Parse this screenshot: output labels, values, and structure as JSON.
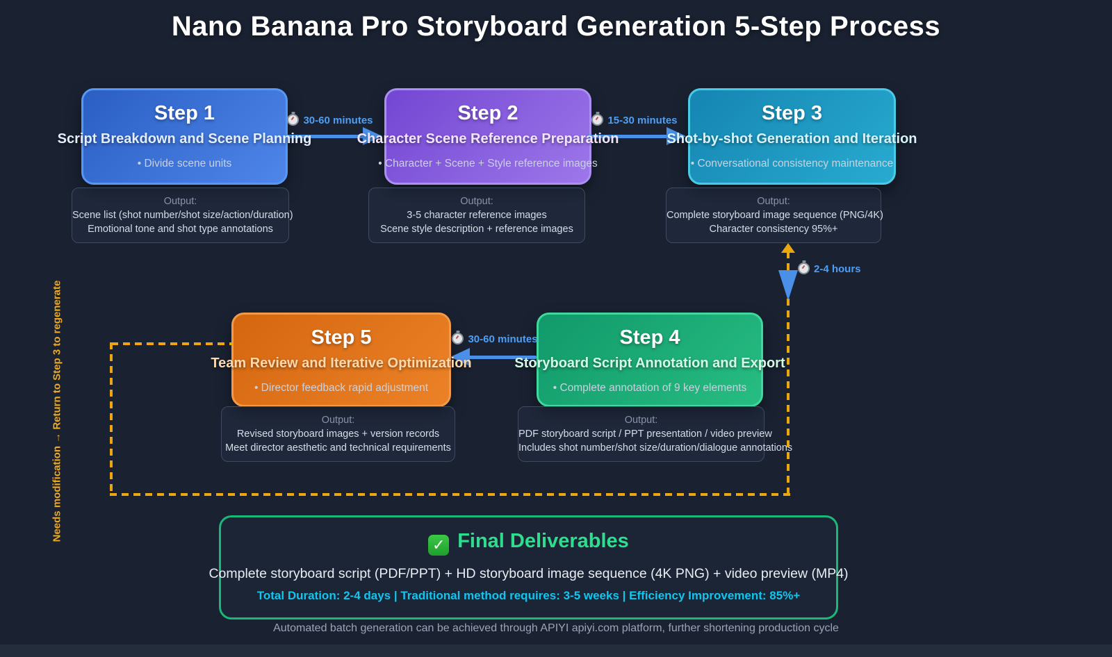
{
  "title": "Nano Banana Pro Storyboard Generation 5-Step Process",
  "steps": [
    {
      "id": 1,
      "name": "Step 1",
      "subtitle": "Script Breakdown and Scene Planning",
      "bullet": "• Divide scene units",
      "output_label": "Output:",
      "output_lines": [
        "Scene list (shot number/shot size/action/duration)",
        "Emotional tone and shot type annotations"
      ],
      "color_from": "#2a5ec2",
      "color_to": "#4f86ea",
      "border_color": "#5897f2",
      "subtitle_color": "#e4edfc"
    },
    {
      "id": 2,
      "name": "Step 2",
      "subtitle": "Character Scene Reference Preparation",
      "bullet": "• Character + Scene + Style reference images",
      "output_label": "Output:",
      "output_lines": [
        "3-5 character reference images",
        "Scene style description + reference images"
      ],
      "color_from": "#7346d2",
      "color_to": "#9d77ea",
      "border_color": "#ab8ff2",
      "subtitle_color": "#f2e4fc"
    },
    {
      "id": 3,
      "name": "Step 3",
      "subtitle": "Shot-by-shot Generation and Iteration",
      "bullet": "• Conversational consistency maintenance",
      "output_label": "Output:",
      "output_lines": [
        "Complete storyboard image sequence (PNG/4K)",
        "Character consistency 95%+"
      ],
      "color_from": "#1585b2",
      "color_to": "#28abd0",
      "border_color": "#49cbe8",
      "subtitle_color": "#d6f4f9"
    },
    {
      "id": 4,
      "name": "Step 4",
      "subtitle": "Storyboard Script Annotation and Export",
      "bullet": "• Complete annotation of 9 key elements",
      "output_label": "Output:",
      "output_lines": [
        "PDF storyboard script / PPT presentation / video preview",
        "Includes shot number/shot size/duration/dialogue annotations"
      ],
      "color_from": "#11996a",
      "color_to": "#27bd82",
      "border_color": "#40d89e",
      "subtitle_color": "#d4f9e6"
    },
    {
      "id": 5,
      "name": "Step 5",
      "subtitle": "Team Review and Iterative Optimization",
      "bullet": "• Director feedback rapid adjustment",
      "output_label": "Output:",
      "output_lines": [
        "Revised storyboard images + version records",
        "Meet director aesthetic and technical requirements"
      ],
      "color_from": "#d4660f",
      "color_to": "#ec8228",
      "border_color": "#f29a4a",
      "subtitle_color": "#fcd9ad"
    }
  ],
  "transitions": [
    {
      "from": "Step 1",
      "to": "Step 2",
      "icon": "stopwatch-icon",
      "label": "30-60 minutes"
    },
    {
      "from": "Step 2",
      "to": "Step 3",
      "icon": "stopwatch-icon",
      "label": "15-30 minutes"
    },
    {
      "from": "Step 3",
      "to": "Step 4",
      "icon": "stopwatch-icon",
      "label": "2-4 hours"
    },
    {
      "from": "Step 4",
      "to": "Step 5",
      "icon": "stopwatch-icon",
      "label": "30-60 minutes"
    }
  ],
  "feedback": {
    "label": "Needs modification → Return to Step 3 to regenerate",
    "line_color": "#eca60f",
    "text_color": "#f0a81c"
  },
  "final_deliverables": {
    "check_icon": "✓",
    "title": "Final Deliverables",
    "description": "Complete storyboard script (PDF/PPT) + HD storyboard image sequence (4K PNG) + video preview (MP4)",
    "stats": "Total Duration: 2-4 days | Traditional method requires: 3-5 weeks | Efficiency Improvement: 85%+",
    "border_color": "#1cb878",
    "title_color": "#2ede8e",
    "stats_color": "#12c5ee"
  },
  "footer": "Automated batch generation can be achieved through APIYI apiyi.com platform, further shortening production cycle",
  "colors": {
    "background": "#1a2232",
    "arrow_blue": "#4a90e8",
    "arrow_label": "#4d9ef5",
    "dashed_yellow": "#eca60f"
  }
}
